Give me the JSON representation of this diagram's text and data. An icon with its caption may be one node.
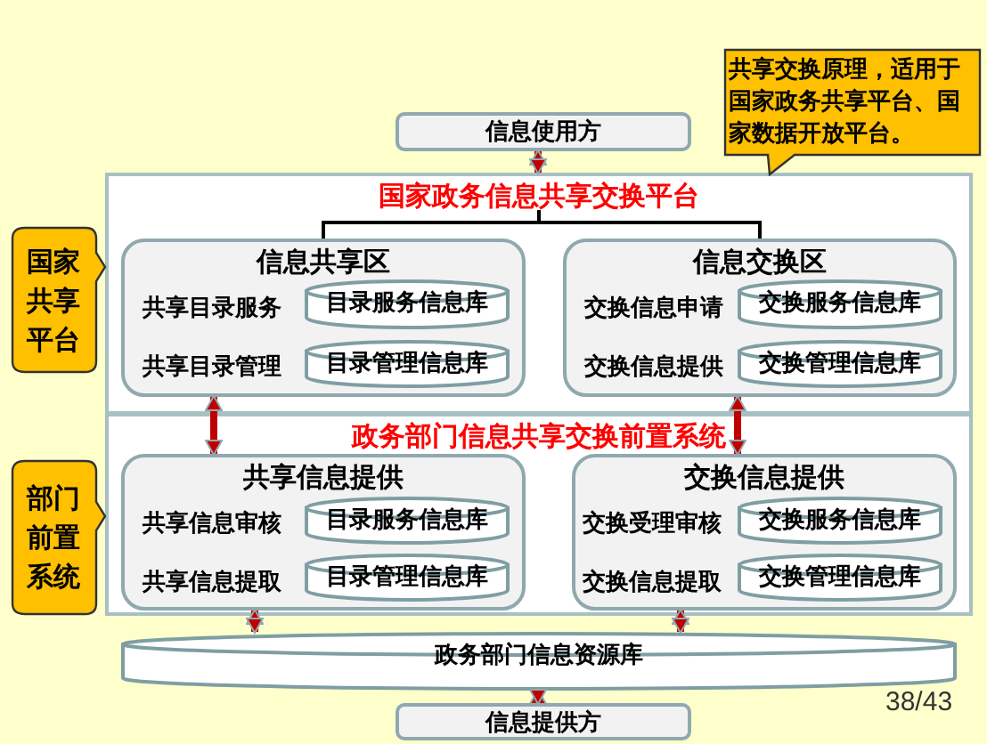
{
  "diagram": {
    "nodes": [
      {
        "text": [
          "信息使用方"
        ]
      },
      {
        "text": [
          "国家政务信息共享交换平台"
        ]
      },
      {
        "text": [
          "信息共享区",
          "共享目录服务",
          "共享目录管理"
        ],
        "in": 1
      },
      {
        "text": [
          "目录服务信息库"
        ],
        "in": 2
      },
      {
        "text": [
          "目录管理信息库"
        ],
        "in": 2
      },
      {
        "text": [
          "信息交换区",
          "交换信息申请",
          "交换信息提供"
        ],
        "in": 1
      },
      {
        "text": [
          "交换服务信息库"
        ],
        "in": 5
      },
      {
        "text": [
          "交换管理信息库"
        ],
        "in": 5
      },
      {
        "text": [
          "政务部门信息共享交换前置系统"
        ]
      },
      {
        "text": [
          "共享信息提供",
          "共享信息审核",
          "共享信息提取"
        ],
        "in": 8
      },
      {
        "text": [
          "目录服务信息库"
        ],
        "in": 9
      },
      {
        "text": [
          "目录管理信息库"
        ],
        "in": 9
      },
      {
        "text": [
          "交换信息提供",
          "交换受理审核",
          "交换信息提取"
        ],
        "in": 8
      },
      {
        "text": [
          "交换服务信息库"
        ],
        "in": 12
      },
      {
        "text": [
          "交换管理信息库"
        ],
        "in": 12
      },
      {
        "text": [
          "政务部门信息资源库"
        ]
      },
      {
        "text": [
          "信息提供方"
        ]
      },
      {
        "text": [
          "国家共享平台"
        ]
      },
      {
        "text": [
          "部门前置系统"
        ]
      },
      {
        "text": [
          "共享交换原理，适用于国家政务共享平台、国家数据开放平台。"
        ]
      }
    ],
    "edges": [
      {
        "from": 0,
        "to": 1,
        "arrow": "both"
      },
      {
        "from": 1,
        "to": 2,
        "arrow": "none",
        "color": "#000000"
      },
      {
        "from": 1,
        "to": 5,
        "arrow": "none",
        "color": "#000000"
      },
      {
        "from": 2,
        "to": 9,
        "arrow": "both"
      },
      {
        "from": 5,
        "to": 12,
        "arrow": "both"
      },
      {
        "from": 9,
        "to": 15,
        "arrow": "both"
      },
      {
        "from": 12,
        "to": 15,
        "arrow": "both"
      },
      {
        "from": 15,
        "to": 16,
        "arrow": "both"
      }
    ],
    "labels": [
      "38/43"
    ]
  }
}
